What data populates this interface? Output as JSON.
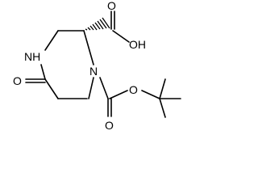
{
  "molecule": {
    "labels": {
      "nh": "NH",
      "carboxyl_o": "O",
      "carboxyl_oh": "OH",
      "ring_n": "N",
      "lactam_o": "O",
      "boc_carbonyl_o": "O",
      "boc_ester_o": "O"
    },
    "colors": {
      "bond": "#000000",
      "text": "#000000",
      "background": "#ffffff"
    },
    "stereo": "wedge-hash"
  }
}
